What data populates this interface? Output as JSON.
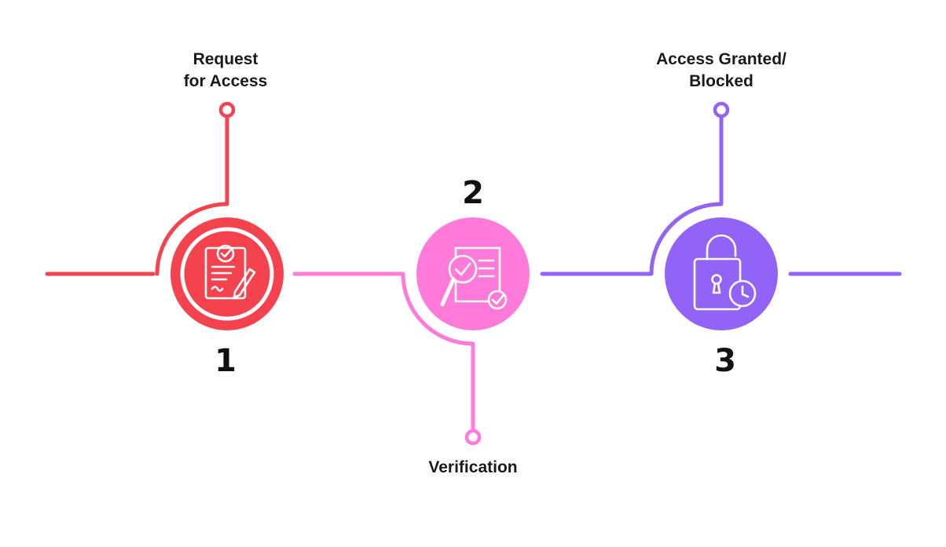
{
  "steps": [
    {
      "number": "1",
      "label_lines": [
        "Request",
        "for Access"
      ],
      "color": "#f5424f",
      "icon": "clipboard-check-pen-icon"
    },
    {
      "number": "2",
      "label_lines": [
        "Verification"
      ],
      "color": "#ff7ad9",
      "icon": "document-magnifier-check-icon"
    },
    {
      "number": "3",
      "label_lines": [
        "Access Granted/",
        "Blocked"
      ],
      "color": "#9163f7",
      "icon": "padlock-clock-icon"
    }
  ]
}
